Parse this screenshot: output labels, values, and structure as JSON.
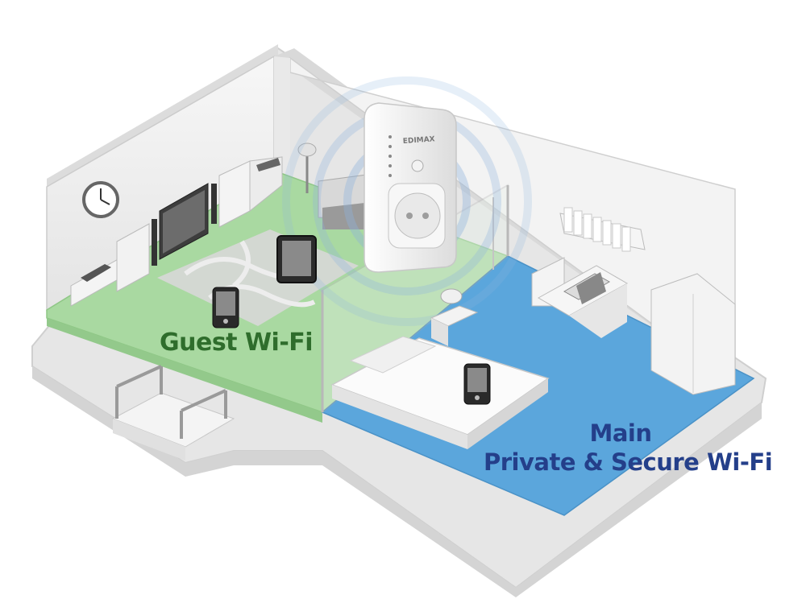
{
  "zones": {
    "guest": {
      "label": "Guest Wi-Fi",
      "floor_color": "#a9d9a1",
      "text_color": "#2f6d2c"
    },
    "main": {
      "label_line1": "Main",
      "label_line2": "Private & Secure Wi-Fi",
      "floor_color": "#5ba6dc",
      "text_color": "#243f8a"
    }
  },
  "device": {
    "brand": "EDIMAX",
    "signal_color": "#8fb4de"
  },
  "colors": {
    "wall": "#f1f1f1",
    "wall_edge": "#c9c9c9",
    "base": "#e2e2e2"
  }
}
